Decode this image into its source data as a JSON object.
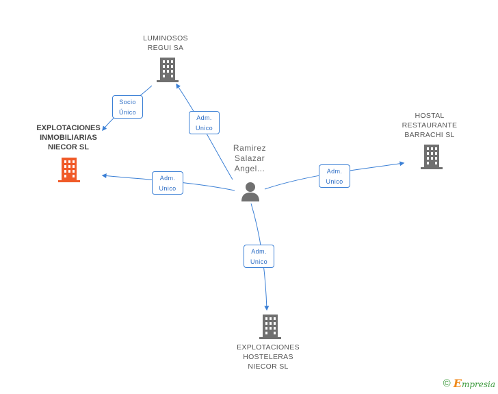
{
  "colors": {
    "edge": "#3a7fd5",
    "building": "#707070",
    "focus_building": "#f05a28",
    "person": "#707070"
  },
  "nodes": {
    "luminosos": {
      "lines": [
        "LUMINOSOS",
        "REGUI SA"
      ],
      "icon": "building-icon"
    },
    "explotaciones_inmobiliarias": {
      "lines": [
        "EXPLOTACIONES",
        "INMOBILIARIAS",
        "NIECOR SL"
      ],
      "icon": "building-icon",
      "focus": true
    },
    "hostal": {
      "lines": [
        "HOSTAL",
        "RESTAURANTE",
        "BARRACHI SL"
      ],
      "icon": "building-icon"
    },
    "explotaciones_hosteleras": {
      "lines": [
        "EXPLOTACIONES",
        "HOSTELERAS",
        "NIECOR SL"
      ],
      "icon": "building-icon"
    },
    "person": {
      "lines": [
        "Ramirez",
        "Salazar",
        "Angel..."
      ],
      "icon": "person-icon"
    }
  },
  "edges": {
    "socio_unico": [
      "Socio",
      "Único"
    ],
    "adm_luminosos": [
      "Adm.",
      "Unico"
    ],
    "adm_inmobiliarias": [
      "Adm.",
      "Unico"
    ],
    "adm_hostal": [
      "Adm.",
      "Unico"
    ],
    "adm_hosteleras": [
      "Adm.",
      "Unico"
    ]
  },
  "footer": {
    "copyright": "©",
    "brand_initial": "E",
    "brand_rest": "mpresia"
  }
}
